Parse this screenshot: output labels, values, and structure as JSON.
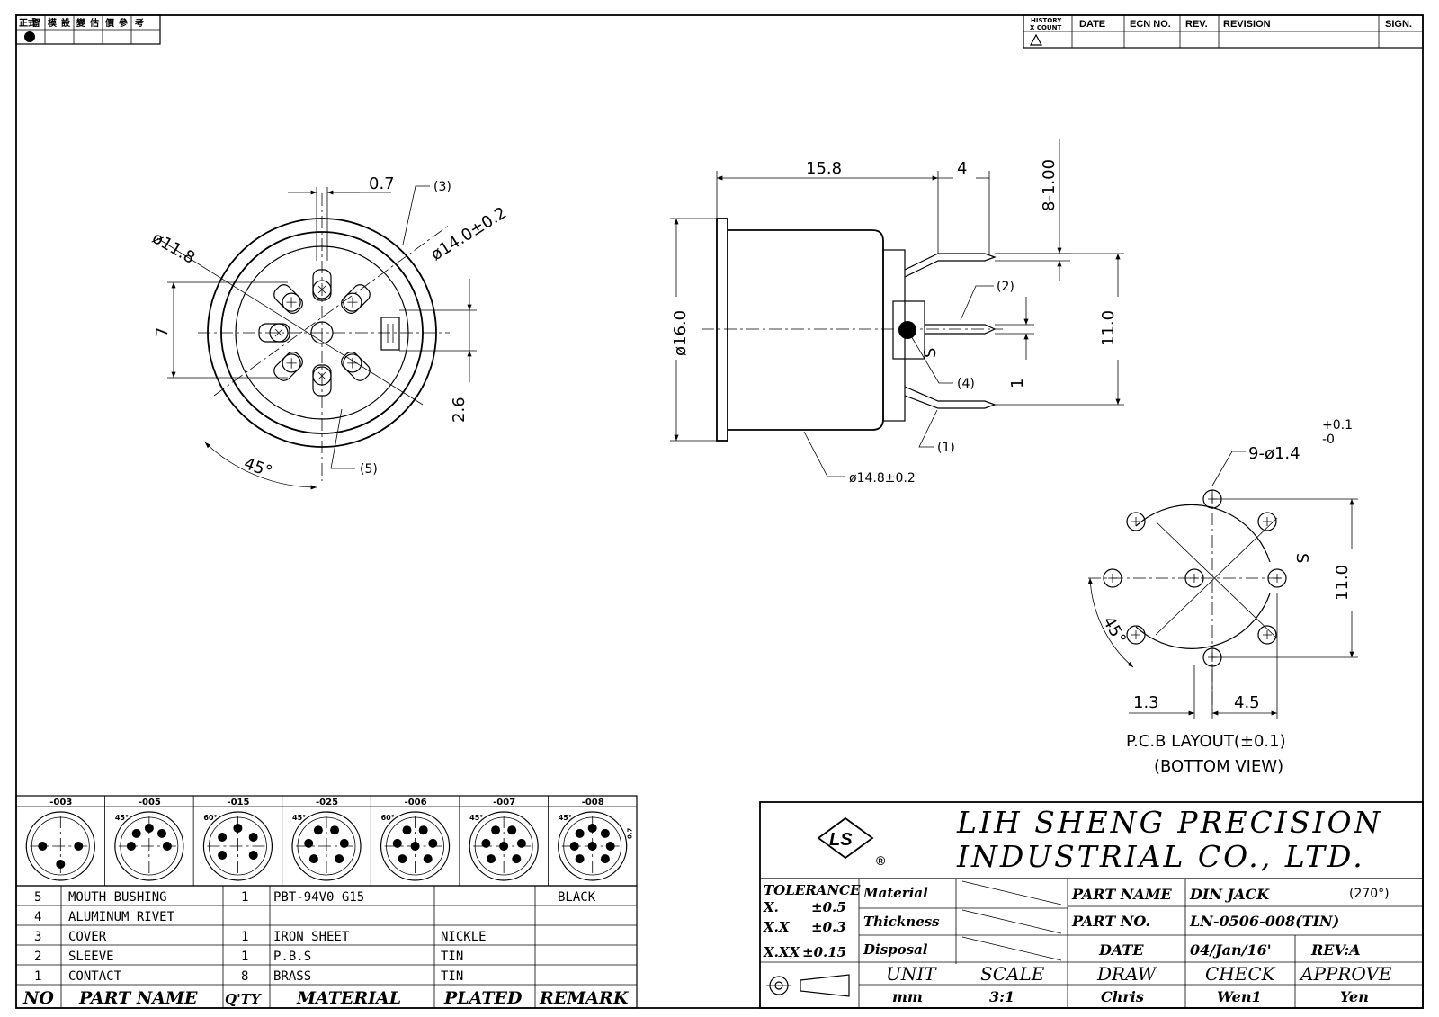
{
  "corner_stamp": {
    "headers": [
      "正式",
      "習",
      "模",
      "設",
      "變",
      "估",
      "價",
      "參",
      "考"
    ]
  },
  "revision_block": {
    "history_line1": "HISTORY",
    "history_line2": "X COUNT",
    "date": "DATE",
    "ecn": "ECN NO.",
    "rev": "REV.",
    "revision": "REVISION",
    "sign": "SIGN."
  },
  "front_view": {
    "dim_pin_width": "0.7",
    "dim_inner_dia": "ø11.8",
    "dim_outer_dia": "ø14.0±0.2",
    "dim_height": "7",
    "dim_key": "2.6",
    "dim_angle": "45°",
    "callout_cover": "(3)",
    "callout_bushing": "(5)"
  },
  "side_view": {
    "dim_length": "15.8",
    "dim_tail": "4",
    "dim_pin_size": "8-1.00",
    "dim_flange_dia": "ø16.0",
    "dim_body_dia": "ø14.8±0.2",
    "dim_pin_span": "11.0",
    "dim_pin_gap": "1",
    "shield_mark": "S",
    "callout_sleeve": "(2)",
    "callout_rivet": "(4)",
    "callout_contact": "(1)"
  },
  "pcb_layout": {
    "dim_holes": "9-ø1.4",
    "tol_plus": "+0.1",
    "tol_minus": "-0",
    "dim_span": "11.0",
    "dim_angle": "45°",
    "dim_left": "1.3",
    "dim_right": "4.5",
    "shield_mark": "S",
    "caption_line1": "P.C.B LAYOUT(±0.1)",
    "caption_line2": "(BOTTOM VIEW)"
  },
  "variants": {
    "codes": [
      "-003",
      "-005",
      "-015",
      "-025",
      "-006",
      "-007",
      "-008"
    ],
    "angles": [
      "",
      "45°",
      "60°",
      "45°",
      "60°",
      "45°",
      "45°"
    ],
    "pin_counts": [
      3,
      5,
      5,
      6,
      6,
      7,
      8
    ],
    "side_note": "0.7"
  },
  "bom": {
    "headers": {
      "no": "NO",
      "part_name": "PART NAME",
      "qty": "Q'TY",
      "material": "MATERIAL",
      "plated": "PLATED",
      "remark": "REMARK"
    },
    "rows": [
      {
        "no": "5",
        "part_name": "MOUTH BUSHING",
        "qty": "1",
        "material": "PBT-94V0 G15",
        "plated": "",
        "remark": "BLACK"
      },
      {
        "no": "4",
        "part_name": "ALUMINUM RIVET",
        "qty": "",
        "material": "",
        "plated": "",
        "remark": ""
      },
      {
        "no": "3",
        "part_name": "COVER",
        "qty": "1",
        "material": "IRON SHEET",
        "plated": "NICKLE",
        "remark": ""
      },
      {
        "no": "2",
        "part_name": "SLEEVE",
        "qty": "1",
        "material": "P.B.S",
        "plated": "TIN",
        "remark": ""
      },
      {
        "no": "1",
        "part_name": "CONTACT",
        "qty": "8",
        "material": "BRASS",
        "plated": "TIN",
        "remark": ""
      }
    ]
  },
  "title_block": {
    "logo_letter": "LS",
    "registered": "®",
    "company_line1": "LIH SHENG PRECISION",
    "company_line2": "INDUSTRIAL CO., LTD.",
    "tolerance_label": "TOLERANCE",
    "tol_x_label": "X.",
    "tol_x_value": "±0.5",
    "tol_xx_label": "X.X",
    "tol_xx_value": "±0.3",
    "tol_xxx_label": "X.XX",
    "tol_xxx_value": "±0.15",
    "material_label": "Material",
    "thickness_label": "Thickness",
    "disposal_label": "Disposal",
    "part_name_label": "PART NAME",
    "part_name_value": "DIN JACK",
    "part_angle": "(270°)",
    "part_no_label": "PART NO.",
    "part_no_value": "LN-0506-008(TIN)",
    "date_label": "DATE",
    "date_value": "04/Jan/16'",
    "rev_value": "REV:A",
    "unit_label": "UNIT",
    "unit_value": "mm",
    "scale_label": "SCALE",
    "scale_value": "3:1",
    "draw_label": "DRAW",
    "draw_value": "Chris",
    "check_label": "CHECK",
    "check_value": "Wen1",
    "approve_label": "APPROVE",
    "approve_value": "Yen"
  }
}
